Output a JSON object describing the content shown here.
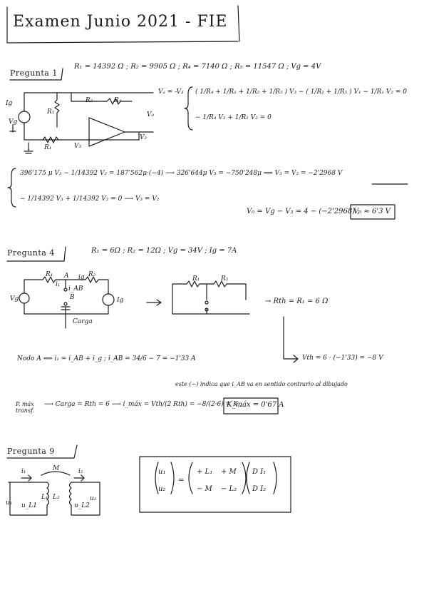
{
  "title": "Examen Junio 2021 - FIE",
  "p1": {
    "label": "Pregunta 1",
    "givens": "R₁ = 14392 Ω ; R₂ = 9905 Ω ; R₄ = 7140 Ω ; R₅ = 11547 Ω ; Vg = 4V",
    "node_label": "Vₐ = -V₃",
    "eq1": "( 1/R₄ + 1/R₁ + 1/R₂ + 1/R₅ ) V₃ − ( 1/R₁ + 1/R₅ ) V₁ − 1/R₁ V₂ = 0",
    "eq2": "− 1/R₄ V₃                                      + 1/R₁ V₂ = 0",
    "sys1": "396'175 μ V₃ − 1/14392 V₂ = 187'562μ·(−4)  ⟶  326'644μ V₃ = −750'248μ ⟹ V₃ = V₂ = −2'2968 V",
    "sys2": "− 1/14392 V₃        + 1/14392 V₂ = 0  ⟶ V₃ = V₂",
    "vo": "V₀ = Vg − V₃ = 4 − (−2'2968) ;",
    "vo_boxed": "V₀ ≈ 6'3 V",
    "circuit_labels": {
      "ig": "Ig",
      "vg": "Vg",
      "r1": "R₁",
      "r2": "R₂",
      "r4": "R₄",
      "r5": "R₅",
      "v3": "V₃",
      "vo": "V₀",
      "v2": "V₂"
    }
  },
  "p4": {
    "label": "Pregunta 4",
    "givens": "R₁ = 6Ω ; R₂ = 12Ω ; Vg = 34V ; Ig = 7A",
    "rth": "→ Rth = R₁ = 6 Ω",
    "nodo": "Nodo A ⟹  i₁ = i_AB + i_g ;  i_AB = 34/6 − 7 = −1'33 A",
    "vth": "Vth = 6 · (−1'33) = −8 V",
    "note": "este (−) indica que i_AB va en sentido contrario al dibujado",
    "pmax_label": "P. máx transf.",
    "pmax": "⟶  Carga = Rth = 6  ⟶  i_máx = Vth/(2 Rth) = −8/(2·6) = K ;",
    "kmax": "K_máx = 0'67 A",
    "circuit_labels": {
      "r1": "R₁",
      "r2": "R₂",
      "a": "A",
      "b": "B",
      "i1": "i₁",
      "ig": "ig",
      "iab": "i_AB",
      "vg": "Vg",
      "ig_src": "Ig",
      "carga": "Carga",
      "r1b": "R₁",
      "r2b": "R₂"
    }
  },
  "p9": {
    "label": "Pregunta 9",
    "circuit_labels": {
      "i1": "i₁",
      "i2": "i₂",
      "m": "M",
      "u1": "u₁",
      "u2": "u₂",
      "l1": "L₁",
      "l2": "L₂",
      "uc1": "u_L1",
      "uc2": "u_L2"
    },
    "lhs_top": "u₁",
    "lhs_bot": "u₂",
    "eq": "=",
    "m11": "+ L₁",
    "m12": "+ M",
    "m21": "− M",
    "m22": "− L₂",
    "r1": "D I₁",
    "r2": "D I₂"
  }
}
